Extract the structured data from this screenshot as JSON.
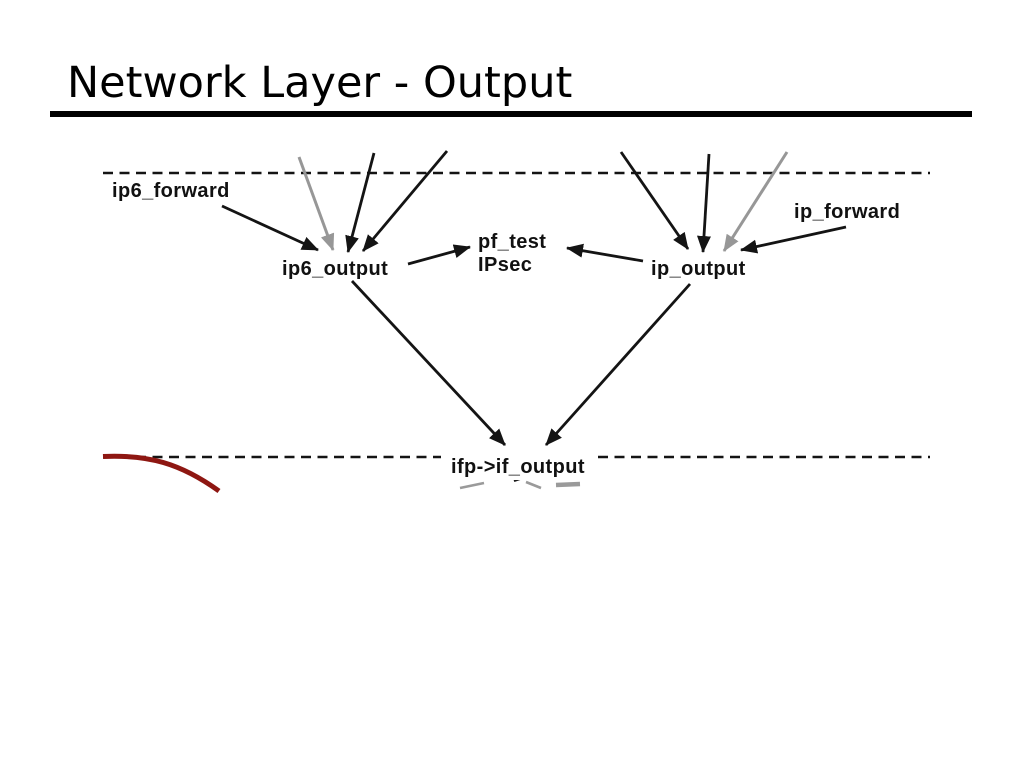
{
  "slide": {
    "title": "Network Layer - Output"
  },
  "diagram": {
    "labels": {
      "ip6_forward": "ip6_forward",
      "ip6_output": "ip6_output",
      "pf_test": "pf_test",
      "ipsec": "IPsec",
      "ip_output": "ip_output",
      "ip_forward": "ip_forward",
      "ifp_if_output": "ifp->if_output"
    },
    "colors": {
      "line_black": "#141414",
      "arrow_gray": "#979797",
      "curve_red": "#8e1712"
    },
    "boundaries": {
      "upper_dashed_line": "dashed horizontal rule above output functions",
      "lower_dashed_line": "dashed horizontal rule at interface output level"
    },
    "edges": [
      {
        "from": "ip6_forward",
        "to": "ip6_output",
        "color": "black"
      },
      {
        "from": "above-dashed-line",
        "to": "ip6_output",
        "color": "gray"
      },
      {
        "from": "above-dashed-line",
        "to": "ip6_output",
        "color": "black"
      },
      {
        "from": "above-dashed-line",
        "to": "ip6_output",
        "color": "black"
      },
      {
        "from": "ip6_output",
        "to": "pf_test",
        "color": "black"
      },
      {
        "from": "ip_output",
        "to": "pf_test",
        "color": "black"
      },
      {
        "from": "above-dashed-line",
        "to": "ip_output",
        "color": "black"
      },
      {
        "from": "above-dashed-line",
        "to": "ip_output",
        "color": "black"
      },
      {
        "from": "above-dashed-line",
        "to": "ip_output",
        "color": "gray"
      },
      {
        "from": "ip_forward",
        "to": "ip_output",
        "color": "black"
      },
      {
        "from": "ip6_output",
        "to": "ifp_if_output",
        "color": "black"
      },
      {
        "from": "ip_output",
        "to": "ifp_if_output",
        "color": "black"
      }
    ]
  }
}
